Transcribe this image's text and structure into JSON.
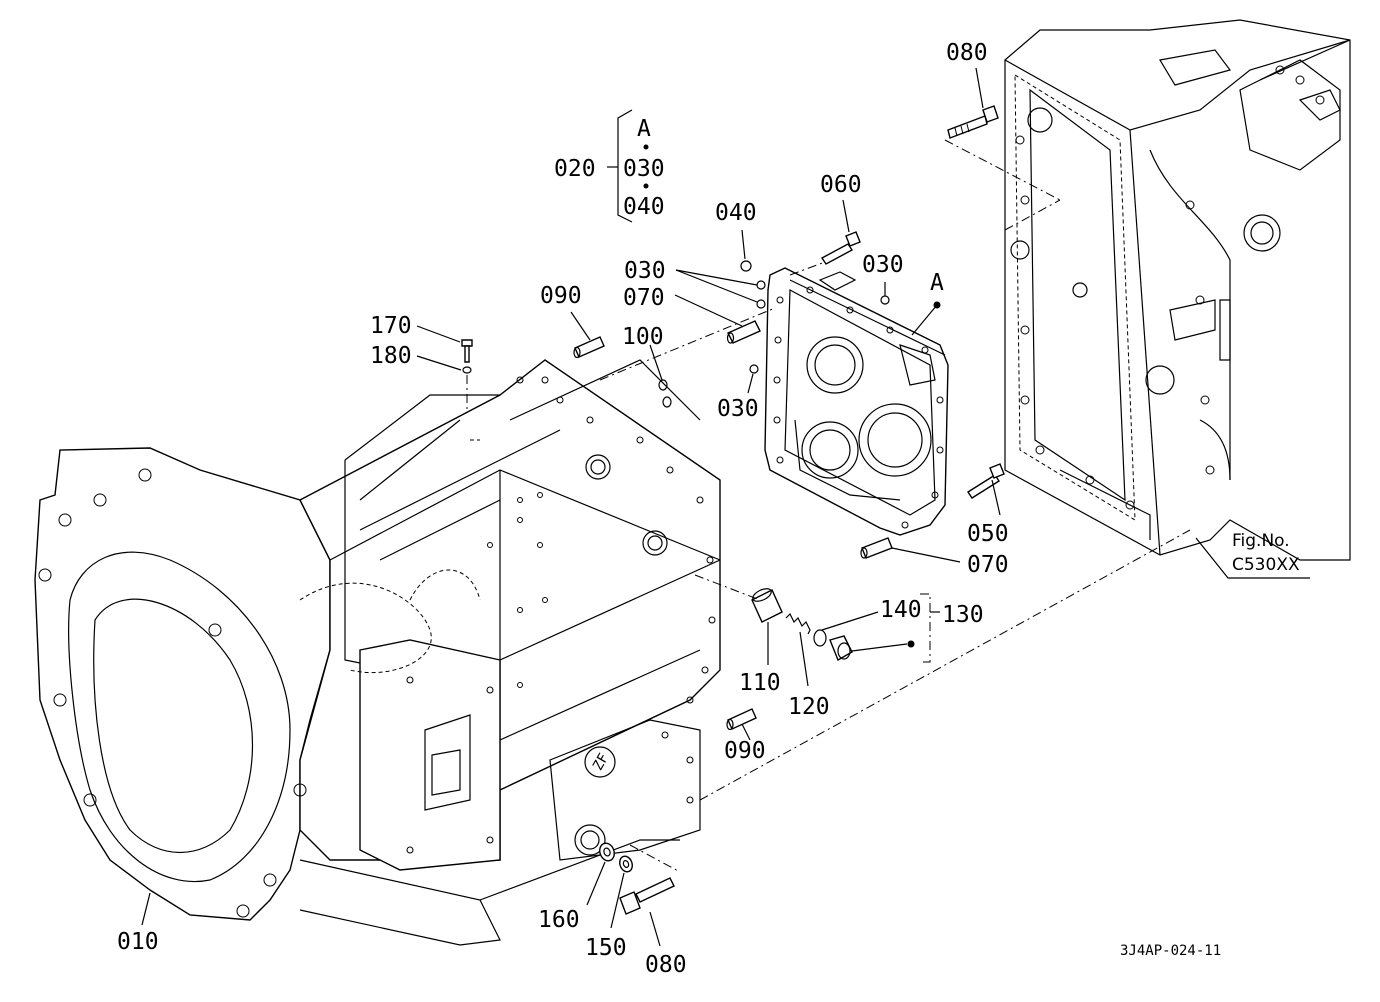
{
  "callouts": {
    "c010": "010",
    "c020": "020",
    "c030_a": "030",
    "c040_a": "040",
    "c040_b": "040",
    "c060": "060",
    "c030_b": "030",
    "c030_c": "030",
    "c030_d": "030",
    "c070_a": "070",
    "c070_b": "070",
    "c080_a": "080",
    "c080_b": "080",
    "c090_a": "090",
    "c090_b": "090",
    "c100": "100",
    "c110": "110",
    "c120": "120",
    "c130": "130",
    "c140": "140",
    "c150": "150",
    "c160": "160",
    "c170": "170",
    "c180": "180",
    "c050": "050",
    "marker_a1": "A",
    "marker_a2": "A"
  },
  "figure_ref": {
    "line1": "Fig.No.",
    "line2": "C530XX"
  },
  "drawing_code": "3J4AP-024-11",
  "logo_text": "ZF"
}
